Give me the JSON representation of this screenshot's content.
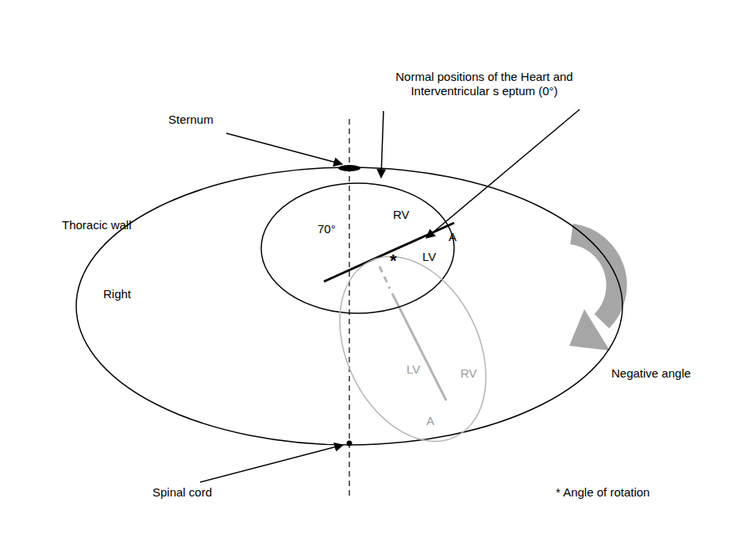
{
  "diagram": {
    "nodes": [
      {
        "text": [
          "Thoracic wall",
          "Right"
        ]
      },
      {
        "text": [
          "RV",
          "70°",
          "A",
          "LV",
          "*"
        ],
        "in": 0
      },
      {
        "text": [
          "LV",
          "RV",
          "A"
        ],
        "in": 0
      }
    ],
    "labels": [
      "Normal positions of the Heart and Interventricular s eptum (0°)",
      "Sternum",
      "Negative angle",
      "Spinal cord",
      "* Angle of rotation"
    ]
  }
}
